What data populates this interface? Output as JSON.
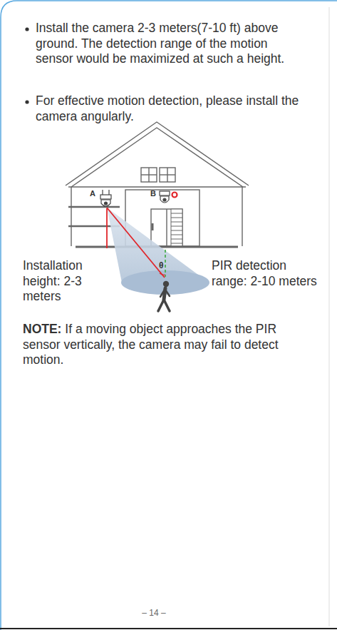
{
  "diagram": {
    "labels": [
      "Install the camera 2-3 meters(7-10 ft) above ground. The detection range of the motion sensor would be maximized at such a height.",
      "For effective motion detection, please install the camera angularly.",
      "A",
      "B",
      "θ",
      "Installation height: 2-3 meters",
      "PIR detection range: 2-10 meters",
      "NOTE:",
      "If a moving object approaches the PIR sensor vertically, the camera may fail to detect motion.",
      "– 14 –"
    ]
  }
}
